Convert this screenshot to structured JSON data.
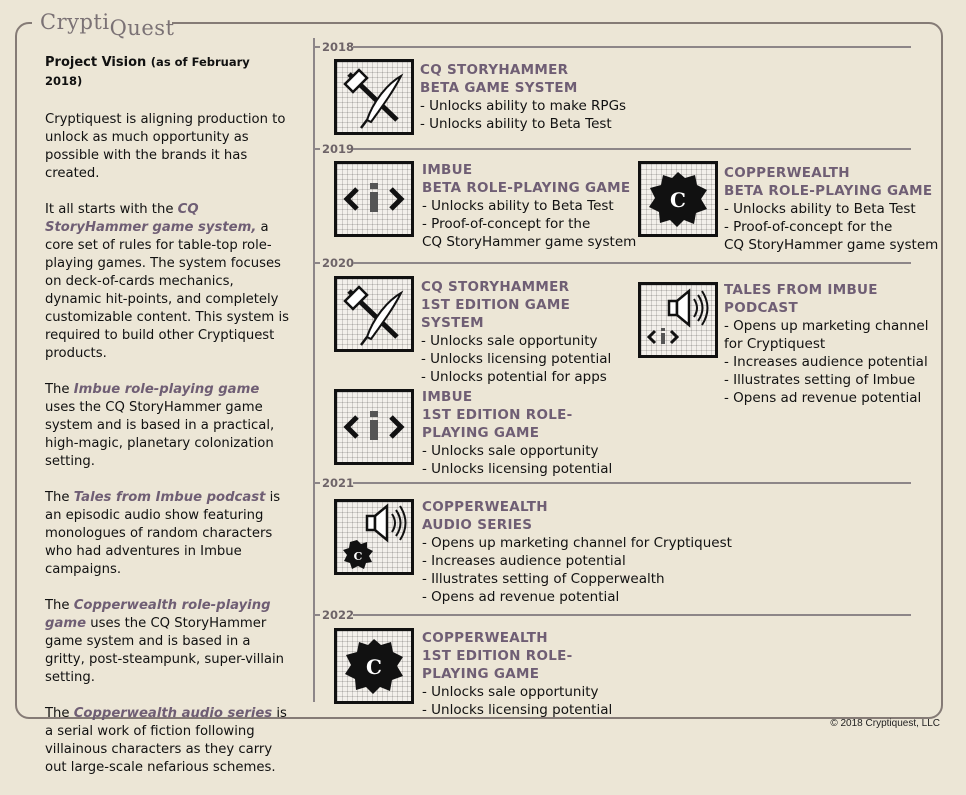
{
  "logo": {
    "part1": "Crypti",
    "part2": "Quest"
  },
  "left": {
    "title": "Project Vision",
    "title_sub": "(as of February 2018)",
    "p1": "Cryptiquest is aligning production to unlock as much opportunity as possible with the brands it has created.",
    "p2_pre": "It all starts with the ",
    "p2_hl": "CQ StoryHammer game system,",
    "p2_post": " a core set of rules for table-top role-playing games. The system focuses on deck-of-cards mechanics, dynamic hit-points, and completely customizable content. This system is required to build other Cryptiquest products.",
    "p3_pre": "The ",
    "p3_hl": "Imbue role-playing game",
    "p3_post": " uses the CQ StoryHammer game system and is based in a practical, high-magic, planetary colonization setting.",
    "p4_pre": "The ",
    "p4_hl": "Tales from Imbue podcast",
    "p4_post": " is an episodic audio show featuring monologues of random characters who had adventures in Imbue campaigns.",
    "p5_pre": "The ",
    "p5_hl": "Copperwealth role-playing game",
    "p5_post": " uses the CQ StoryHammer game system and is based in a gritty, post-steampunk, super-villain setting.",
    "p6_pre": "The ",
    "p6_hl": "Copperwealth audio series",
    "p6_post": " is a serial work of fiction following villainous characters as they carry out large-scale nefarious schemes."
  },
  "years": [
    "2018",
    "2019",
    "2020",
    "2021",
    "2022"
  ],
  "items": [
    {
      "icon": "hammer-quill-icon",
      "title1": "CQ STORYHAMMER",
      "title2": "BETA GAME SYSTEM",
      "bullets": [
        "- Unlocks ability to make RPGs",
        "- Unlocks ability to Beta Test"
      ]
    },
    {
      "icon": "imbue-logo-icon",
      "title1": "IMBUE",
      "title2": "BETA ROLE-PLAYING GAME",
      "bullets": [
        "- Unlocks ability to Beta Test",
        "- Proof-of-concept for the",
        "CQ StoryHammer game system"
      ]
    },
    {
      "icon": "copperwealth-logo-icon",
      "icon_letter": "C",
      "title1": "COPPERWEALTH",
      "title2": "BETA ROLE-PLAYING GAME",
      "bullets": [
        "- Unlocks ability to Beta Test",
        "- Proof-of-concept for the",
        "CQ StoryHammer game system"
      ]
    },
    {
      "icon": "hammer-quill-icon",
      "title1": "CQ STORYHAMMER",
      "title2": "1ST EDITION GAME SYSTEM",
      "bullets": [
        "- Unlocks sale opportunity",
        "- Unlocks licensing potential",
        "- Unlocks potential for apps"
      ]
    },
    {
      "icon": "speaker-imbue-icon",
      "title1": "TALES FROM IMBUE",
      "title2": "PODCAST",
      "bullets": [
        "- Opens up marketing channel",
        "for Cryptiquest",
        "- Increases audience potential",
        "- Illustrates setting of Imbue",
        "- Opens ad revenue potential"
      ]
    },
    {
      "icon": "imbue-logo-icon",
      "title1": "IMBUE",
      "title2": "1ST EDITION ROLE-PLAYING GAME",
      "bullets": [
        "- Unlocks sale opportunity",
        "- Unlocks licensing potential"
      ]
    },
    {
      "icon": "speaker-copperwealth-icon",
      "icon_letter": "C",
      "title1": "COPPERWEALTH",
      "title2": "AUDIO SERIES",
      "bullets": [
        "- Opens up marketing channel for Cryptiquest",
        "- Increases audience potential",
        "- Illustrates setting of Copperwealth",
        "- Opens ad revenue potential"
      ]
    },
    {
      "icon": "copperwealth-logo-icon",
      "icon_letter": "C",
      "title1": "COPPERWEALTH",
      "title2": "1ST EDITION ROLE-PLAYING GAME",
      "bullets": [
        "- Unlocks sale opportunity",
        "- Unlocks licensing potential"
      ]
    }
  ],
  "copyright": "© 2018 Cryptiquest, LLC"
}
